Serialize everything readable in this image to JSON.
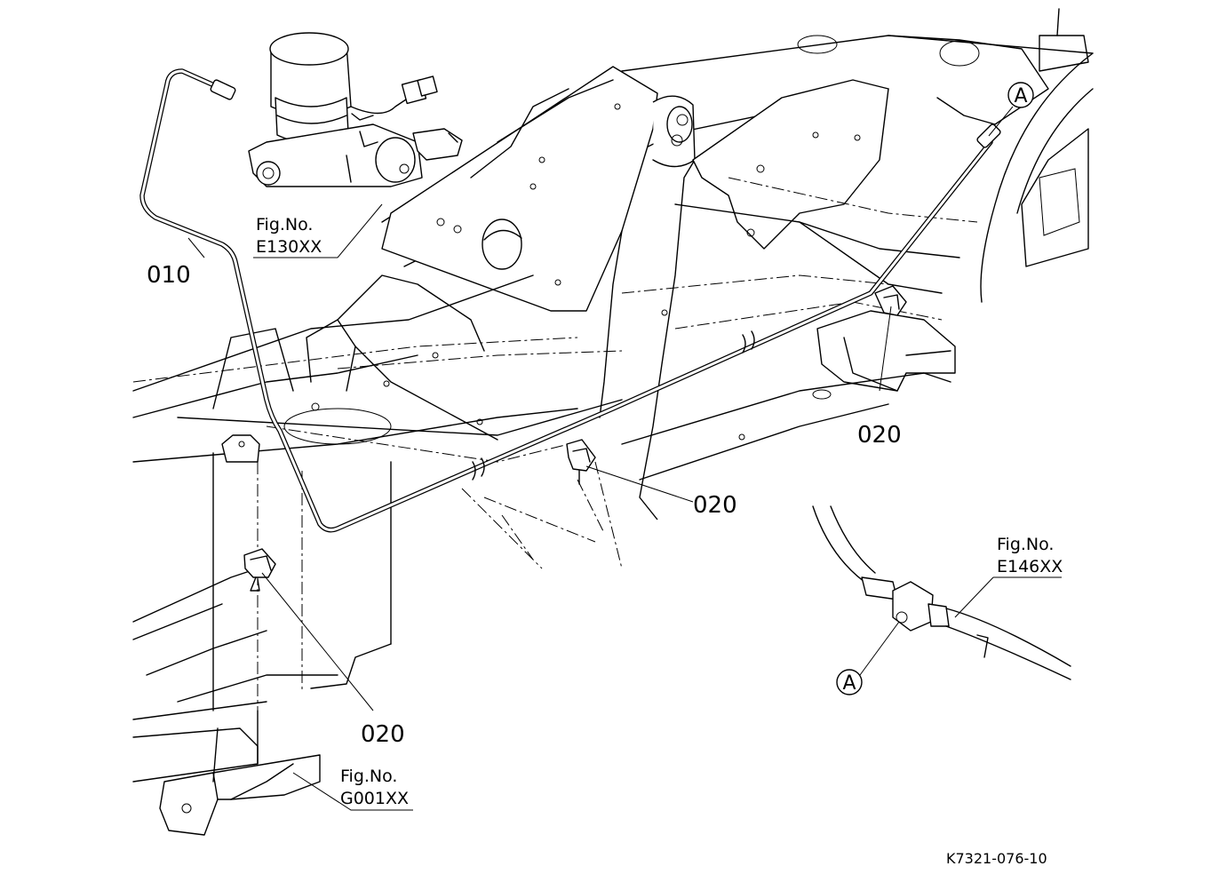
{
  "diagram": {
    "part_labels": {
      "pipe": "010",
      "clip_right": "020",
      "clip_center": "020",
      "clip_lower": "020"
    },
    "fig_refs": {
      "master_cylinder": {
        "caption": "Fig.No.",
        "code": "E130XX"
      },
      "connector": {
        "caption": "Fig.No.",
        "code": "E146XX"
      },
      "frame": {
        "caption": "Fig.No.",
        "code": "G001XX"
      }
    },
    "callouts": {
      "top": "A",
      "detail": "A"
    },
    "drawing_number": "K7321-076-10"
  }
}
